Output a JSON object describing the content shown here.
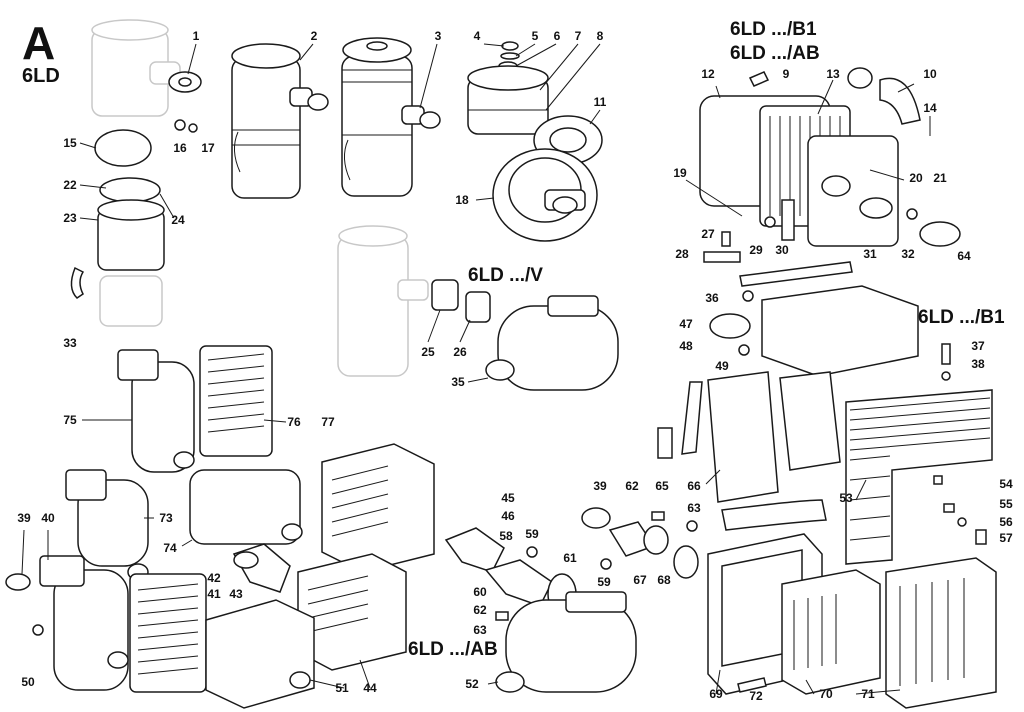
{
  "header": {
    "section_letter": "A",
    "model": "6LD"
  },
  "variant_labels": {
    "b1_top": "6LD .../B1",
    "ab_top": "6LD .../AB",
    "v": "6LD .../V",
    "b1_right": "6LD .../B1",
    "ab_bottom": "6LD .../AB"
  },
  "part_numbers": [
    "1",
    "2",
    "3",
    "4",
    "5",
    "6",
    "7",
    "8",
    "9",
    "10",
    "11",
    "12",
    "13",
    "14",
    "15",
    "16",
    "17",
    "18",
    "19",
    "20",
    "21",
    "22",
    "23",
    "24",
    "25",
    "26",
    "27",
    "28",
    "29",
    "30",
    "31",
    "32",
    "33",
    "35",
    "36",
    "37",
    "38",
    "39",
    "39",
    "40",
    "41",
    "42",
    "43",
    "44",
    "45",
    "46",
    "47",
    "48",
    "49",
    "50",
    "51",
    "52",
    "53",
    "54",
    "55",
    "56",
    "57",
    "58",
    "59",
    "59",
    "60",
    "61",
    "62",
    "62",
    "63",
    "63",
    "64",
    "65",
    "66",
    "67",
    "68",
    "69",
    "70",
    "71",
    "72",
    "73",
    "74",
    "75",
    "76",
    "77"
  ],
  "colors": {
    "ink": "#1a1a1a",
    "ghost": "#c8c8c8",
    "paper": "#ffffff"
  }
}
